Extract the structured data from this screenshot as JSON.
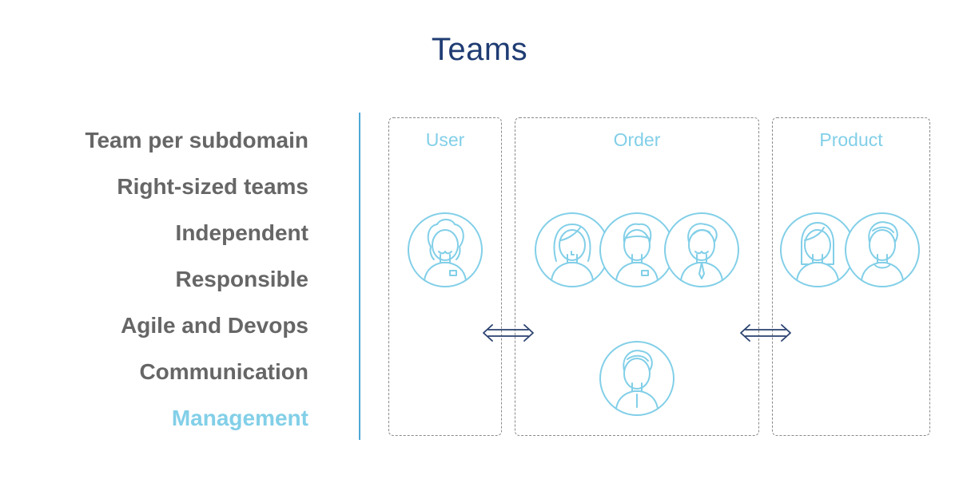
{
  "title": "Teams",
  "principles": [
    {
      "label": "Team per subdomain",
      "active": false
    },
    {
      "label": "Right-sized teams",
      "active": false
    },
    {
      "label": "Independent",
      "active": false
    },
    {
      "label": "Responsible",
      "active": false
    },
    {
      "label": "Agile and Devops",
      "active": false
    },
    {
      "label": "Communication",
      "active": false
    },
    {
      "label": "Management",
      "active": true
    }
  ],
  "teams": [
    {
      "name": "User",
      "members": 1
    },
    {
      "name": "Order",
      "members": 4
    },
    {
      "name": "Product",
      "members": 2
    }
  ],
  "colors": {
    "title": "#1f3c73",
    "text": "#666666",
    "accent": "#82cfe8",
    "divider": "#4fa8d6",
    "arrow": "#2b4170"
  }
}
